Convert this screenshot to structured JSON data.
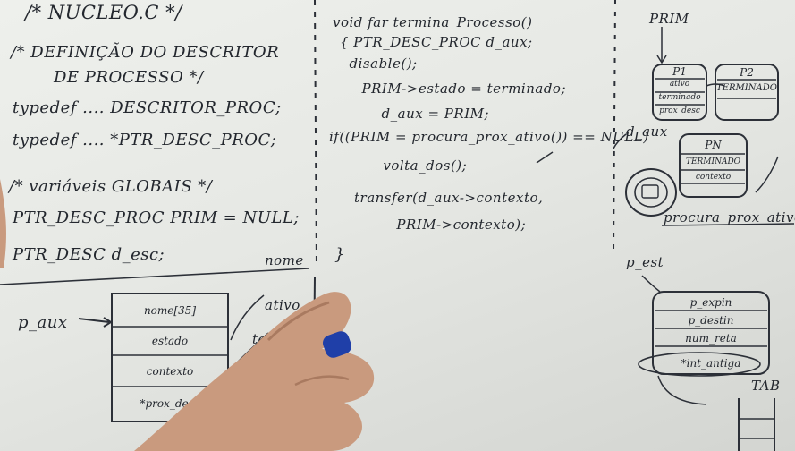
{
  "left_column": {
    "filename": "/* NUCLEO.C */",
    "comment_def_1": "/* DEFINIÇÃO DO DESCRITOR",
    "comment_def_2": "DE PROCESSO */",
    "typedef_1": "typedef .... DESCRITOR_PROC;",
    "typedef_2": "typedef .... *PTR_DESC_PROC;",
    "comment_globals": "/* variáveis GLOBAIS */",
    "global_1": "PTR_DESC_PROC PRIM = NULL;",
    "global_2": "PTR_DESC d_esc;",
    "struct_label": "p_aux",
    "struct_fields": [
      "nome[35]",
      "estado",
      "contexto",
      "*prox_desc"
    ],
    "side_notes": [
      "nome",
      "ativo",
      "termina"
    ]
  },
  "middle_column": {
    "lines": [
      "void far termina_Processo()",
      "{ PTR_DESC_PROC d_aux;",
      "  disable();",
      "  PRIM->estado = terminado;",
      "  d_aux = PRIM;",
      "if((PRIM = procura_prox_ativo()) == NULL)",
      "     volta_dos();",
      "transfer(d_aux->contexto,",
      "         PRIM->contexto);",
      "}"
    ]
  },
  "right_column": {
    "prim_label": "PRIM",
    "box1_title": "P1",
    "box1_fields": [
      "ativo",
      "terminado",
      "prox_desc"
    ],
    "box2_title": "P2",
    "box2_fields": [
      "TERMINADO"
    ],
    "aux_label": "d_aux",
    "box3_title": "PN",
    "box3_fields": [
      "TERMINADO",
      "contexto"
    ],
    "procura_label": "procura_prox_ativo",
    "p_est_label": "p_est",
    "struct_fields": [
      "p_expin",
      "p_destin",
      "num_reta",
      "*int_antiga"
    ],
    "tab_label": "TAB"
  }
}
